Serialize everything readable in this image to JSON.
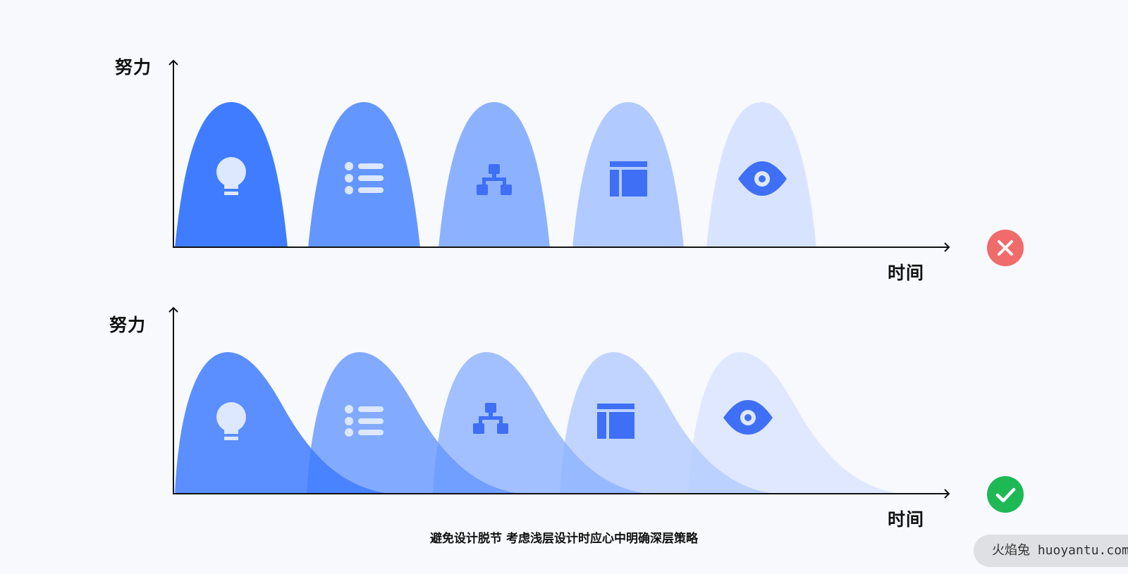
{
  "top_diagram": {
    "y_axis_label": "努力",
    "x_axis_label": "时间",
    "status_icon": "close-icon",
    "status_color": "#f06b6b"
  },
  "bottom_diagram": {
    "y_axis_label": "努力",
    "x_axis_label": "时间",
    "status_icon": "check-icon",
    "status_color": "#1eb855"
  },
  "stages": [
    {
      "icon": "lightbulb-icon",
      "color": "#3f7cff"
    },
    {
      "icon": "list-icon",
      "color": "#6496ff"
    },
    {
      "icon": "sitemap-icon",
      "color": "#8cb2ff"
    },
    {
      "icon": "layout-icon",
      "color": "#b1caff"
    },
    {
      "icon": "eye-icon",
      "color": "#d8e4ff"
    }
  ],
  "caption": "避免设计脱节 考虑浅层设计时应心中明确深层策略",
  "watermark": "火焰兔 huoyantu.com"
}
